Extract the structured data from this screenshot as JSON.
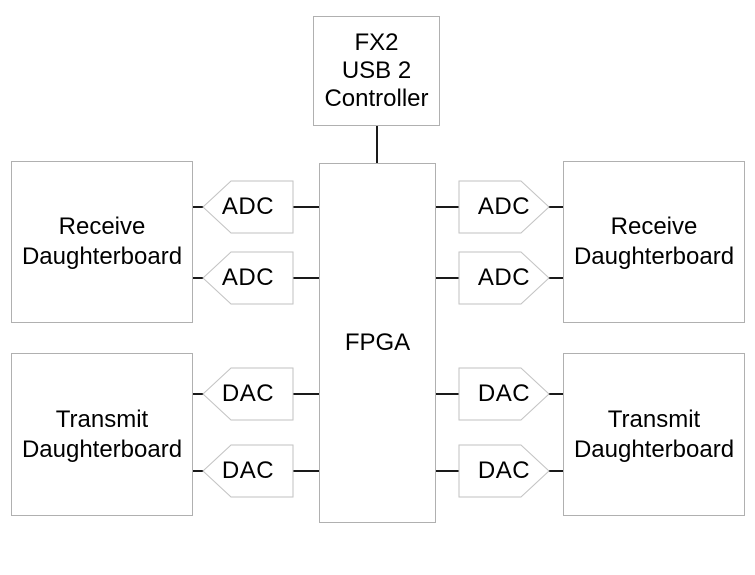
{
  "colors": {
    "background": "#ffffff",
    "box_border": "#b0b0b0",
    "shape_border": "#c2c2c2",
    "connector_line": "#1a1a1a",
    "text": "#000000"
  },
  "blocks": {
    "usb_controller": {
      "lines": [
        "FX2",
        "USB 2",
        "Controller"
      ]
    },
    "fpga": {
      "label": "FPGA"
    },
    "receive_daughterboard_left": {
      "label": "Receive Daughterboard"
    },
    "transmit_daughterboard_left": {
      "label": "Transmit Daughterboard"
    },
    "receive_daughterboard_right": {
      "label": "Receive Daughterboard"
    },
    "transmit_daughterboard_right": {
      "label": "Transmit Daughterboard"
    }
  },
  "converters": {
    "left": [
      {
        "label": "ADC"
      },
      {
        "label": "ADC"
      },
      {
        "label": "DAC"
      },
      {
        "label": "DAC"
      }
    ],
    "right": [
      {
        "label": "ADC"
      },
      {
        "label": "ADC"
      },
      {
        "label": "DAC"
      },
      {
        "label": "DAC"
      }
    ]
  }
}
